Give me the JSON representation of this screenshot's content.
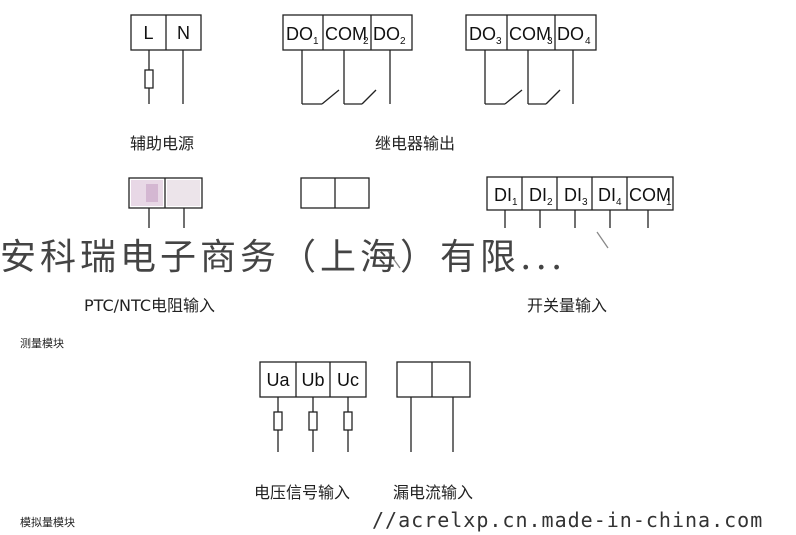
{
  "terminals": {
    "aux_power": [
      "L",
      "N"
    ],
    "relay_group_1": [
      {
        "main": "DO",
        "sub": "1"
      },
      {
        "main": "COM",
        "sub": "2"
      },
      {
        "main": "DO",
        "sub": "2"
      }
    ],
    "relay_group_2": [
      {
        "main": "DO",
        "sub": "3"
      },
      {
        "main": "COM",
        "sub": "3"
      },
      {
        "main": "DO",
        "sub": "4"
      }
    ],
    "switch_input": [
      {
        "main": "DI",
        "sub": "1"
      },
      {
        "main": "DI",
        "sub": "2"
      },
      {
        "main": "DI",
        "sub": "3"
      },
      {
        "main": "DI",
        "sub": "4"
      },
      {
        "main": "COM",
        "sub": "1"
      }
    ],
    "voltage_signal": [
      "Ua",
      "Ub",
      "Uc"
    ]
  },
  "captions": {
    "aux_power": "辅助电源",
    "relay_output": "继电器输出",
    "ptc_ntc": "PTC/NTC电阻输入",
    "switch_input": "开关量输入",
    "measure_module": "测量模块",
    "voltage_signal": "电压信号输入",
    "leakage_current": "漏电流输入",
    "analog_module": "模拟量模块"
  },
  "watermark": {
    "company": "安科瑞电子商务（上海）有限...",
    "url": "//acrelxp.cn.made-in-china.com"
  }
}
